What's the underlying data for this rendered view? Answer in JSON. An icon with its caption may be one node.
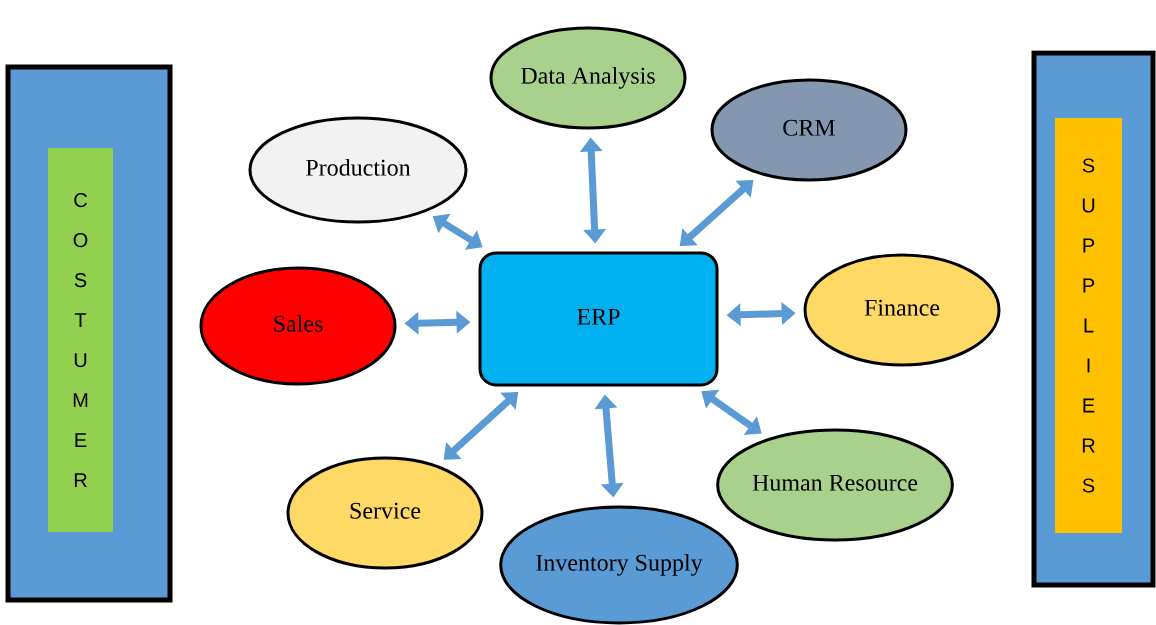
{
  "diagram": {
    "nodes": [
      {
        "text": [],
        "shape": "box"
      },
      {
        "text": [
          "COSTUMER"
        ],
        "in": 0
      },
      {
        "text": [
          "Data Analysis"
        ]
      },
      {
        "text": [
          "CRM"
        ]
      },
      {
        "text": [
          "Production"
        ]
      },
      {
        "text": [
          "ERP"
        ]
      },
      {
        "text": [
          "Finance"
        ]
      },
      {
        "text": [
          "Sales"
        ]
      },
      {
        "text": [
          "Human Resource"
        ]
      },
      {
        "text": [
          "Service"
        ]
      },
      {
        "text": [
          "Inventory Supply"
        ]
      },
      {
        "text": [],
        "shape": "box"
      },
      {
        "text": [
          "SUPPLIERS"
        ],
        "in": 11
      }
    ],
    "edges": [
      {
        "from": 5,
        "to": 2,
        "arrow": "both"
      },
      {
        "from": 5,
        "to": 3,
        "arrow": "both"
      },
      {
        "from": 5,
        "to": 4,
        "arrow": "both"
      },
      {
        "from": 5,
        "to": 6,
        "arrow": "both"
      },
      {
        "from": 5,
        "to": 7,
        "arrow": "both"
      },
      {
        "from": 5,
        "to": 8,
        "arrow": "both"
      },
      {
        "from": 5,
        "to": 9,
        "arrow": "both"
      },
      {
        "from": 5,
        "to": 10,
        "arrow": "both"
      }
    ]
  }
}
